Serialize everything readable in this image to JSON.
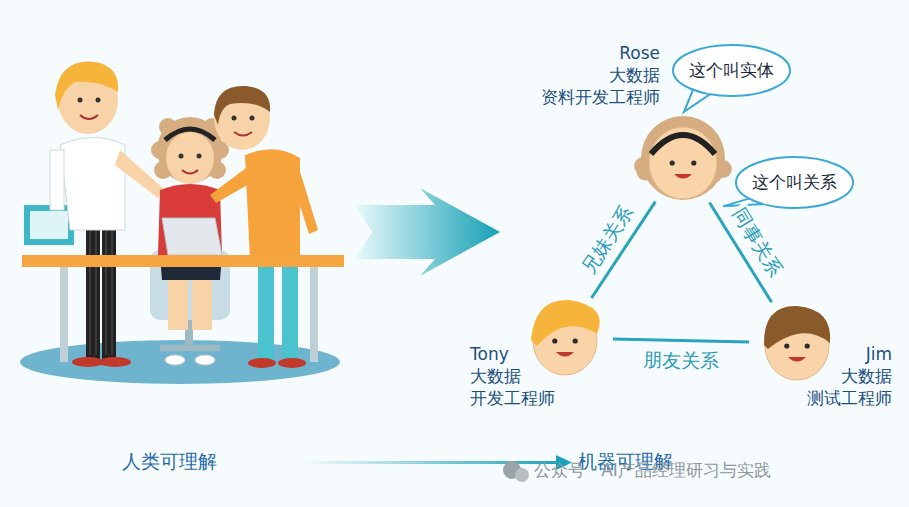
{
  "diagram": {
    "nodes": [
      {
        "text": [
          "Rose",
          "大数据",
          "资料开发工程师"
        ]
      },
      {
        "text": [
          "这个叫实体"
        ]
      },
      {
        "text": [
          "这个叫关系"
        ]
      },
      {
        "text": [
          "Tony",
          "大数据",
          "开发工程师"
        ]
      },
      {
        "text": [
          "Jim",
          "大数据",
          "测试工程师"
        ]
      }
    ],
    "edges": [
      {
        "from": 0,
        "to": 3,
        "arrow": "none",
        "label": "兄妹关系"
      },
      {
        "from": 0,
        "to": 4,
        "arrow": "none",
        "label": "同事关系"
      },
      {
        "from": 3,
        "to": 4,
        "arrow": "none",
        "label": "朋友关系"
      }
    ],
    "labels": [
      "人类可理解",
      "机器可理解",
      "公众号 · AI产品经理研习与实践"
    ]
  }
}
